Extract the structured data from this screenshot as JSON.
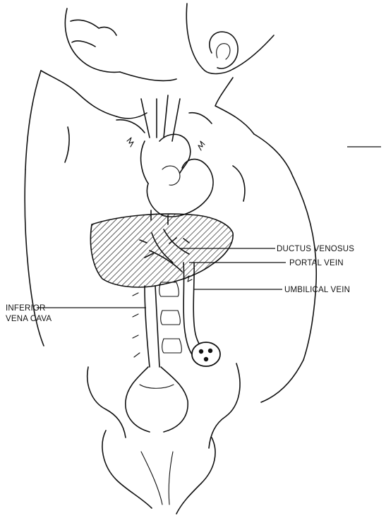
{
  "labels": {
    "ductus_venosus": "DUCTUS VENOSUS",
    "portal_vein": "PORTAL VEIN",
    "umbilical_vein": "UMBILICAL VEIN",
    "inferior_vena_cava_line1": "INFERIOR",
    "inferior_vena_cava_line2": "VENA CAVA"
  },
  "colors": {
    "ink": "#111111",
    "background": "#ffffff"
  }
}
